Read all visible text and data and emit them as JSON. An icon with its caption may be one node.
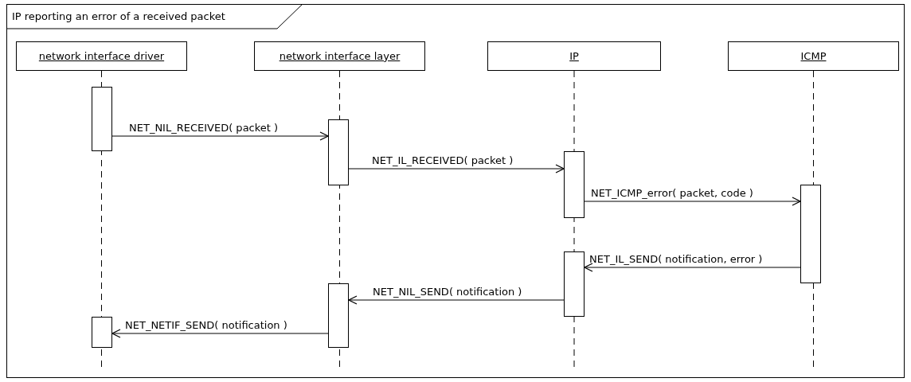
{
  "diagram": {
    "title": "IP reporting an error of a received packet",
    "nodes": [
      {
        "text": [
          "network interface driver"
        ]
      },
      {
        "text": [
          "network interface layer"
        ]
      },
      {
        "text": [
          "IP"
        ]
      },
      {
        "text": [
          "ICMP"
        ]
      },
      {
        "text": [],
        "shape": "box"
      },
      {
        "text": [],
        "shape": "box"
      },
      {
        "text": [],
        "shape": "box"
      },
      {
        "text": [],
        "shape": "box"
      },
      {
        "text": [],
        "shape": "box"
      },
      {
        "text": [],
        "shape": "box"
      },
      {
        "text": [],
        "shape": "box"
      }
    ],
    "edges": [
      {
        "from": 4,
        "to": 5,
        "arrow": "to",
        "label": "NET_NIL_RECEIVED( packet )"
      },
      {
        "from": 5,
        "to": 6,
        "arrow": "to",
        "label": "NET_IL_RECEIVED( packet )"
      },
      {
        "from": 6,
        "to": 7,
        "arrow": "to",
        "label": "NET_ICMP_error( packet, code )"
      },
      {
        "from": 7,
        "to": 8,
        "arrow": "to",
        "label": "NET_IL_SEND( notification, error )"
      },
      {
        "from": 8,
        "to": 9,
        "arrow": "to",
        "label": "NET_NIL_SEND( notification )"
      },
      {
        "from": 9,
        "to": 10,
        "arrow": "to",
        "label": "NET_NETIF_SEND( notification )"
      }
    ]
  }
}
